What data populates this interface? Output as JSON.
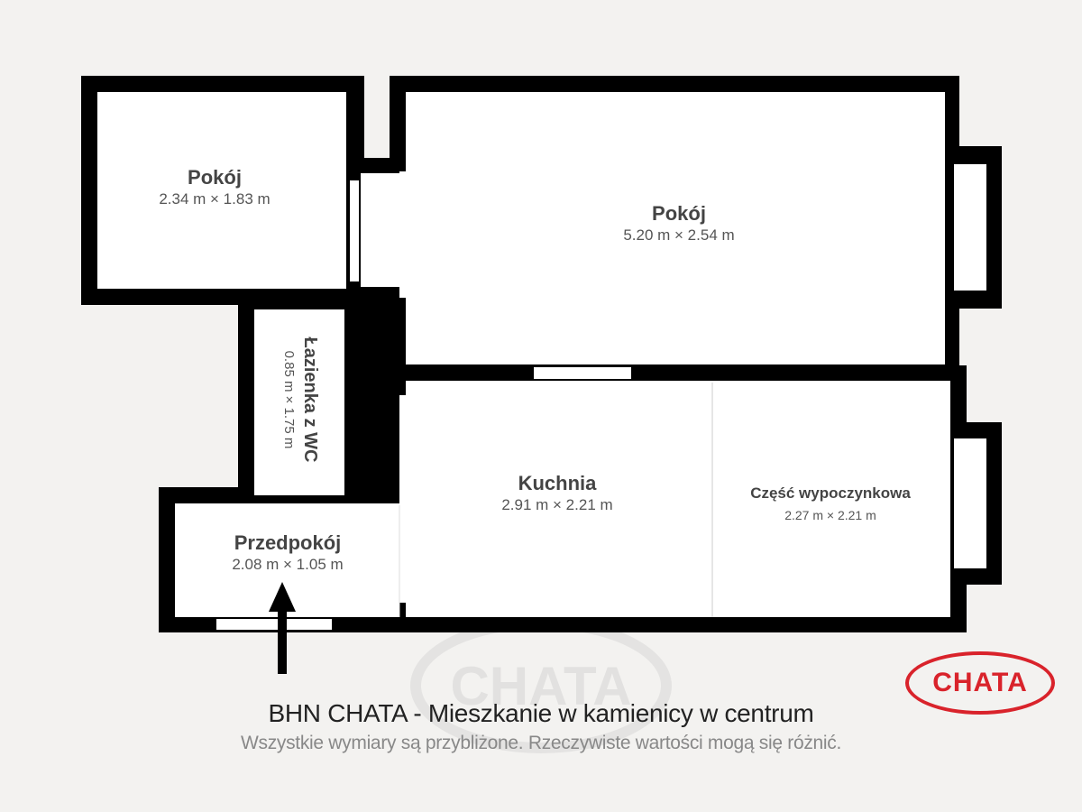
{
  "floorplan": {
    "rooms": [
      {
        "name": "Pokój",
        "dimensions": "2.34 m × 1.83 m"
      },
      {
        "name": "Pokój",
        "dimensions": "5.20 m × 2.54 m"
      },
      {
        "name": "Łazienka z WC",
        "dimensions": "0.85 m × 1.75 m"
      },
      {
        "name": "Kuchnia",
        "dimensions": "2.91 m × 2.21 m"
      },
      {
        "name": "Część wypoczynkowa",
        "dimensions": "2.27 m × 2.21 m"
      },
      {
        "name": "Przedpokój",
        "dimensions": "2.08 m × 1.05 m"
      }
    ],
    "entrance_icon": "arrow-up-icon"
  },
  "footer": {
    "title": "BHN CHATA - Mieszkanie w kamienicy w centrum",
    "disclaimer": "Wszystkie wymiary są przybliżone. Rzeczywiste wartości mogą się różnić."
  },
  "brand": {
    "logo_text": "CHATA",
    "watermark_text": "CHATA",
    "color": "#d9232b"
  }
}
